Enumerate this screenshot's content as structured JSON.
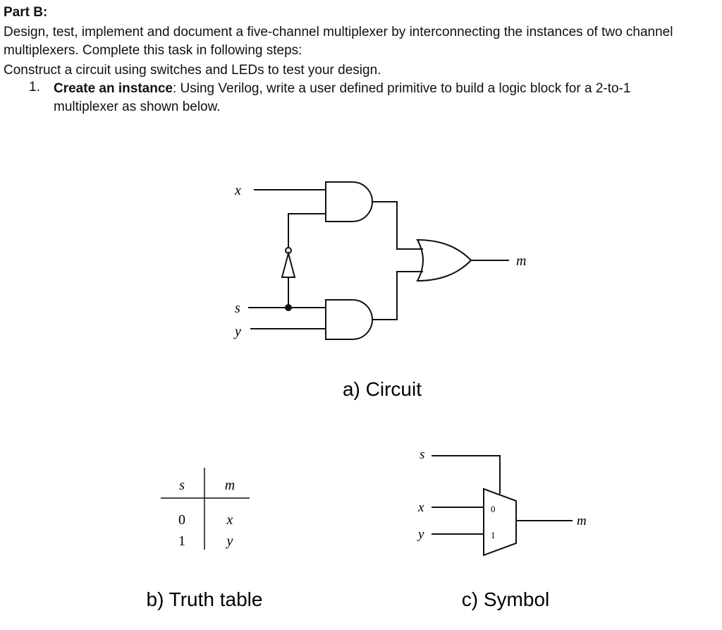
{
  "document": {
    "heading": "Part B:",
    "paragraph1": "Design, test, implement and document a five-channel multiplexer by interconnecting the instances of two channel multiplexers. Complete this task in following steps:",
    "paragraph2": "Construct a circuit using switches and LEDs to test your design.",
    "list_item": {
      "number": "1.",
      "bold_label": "Create an instance",
      "text": ": Using Verilog, write a user defined primitive to build a logic block for a 2-to-1 multiplexer as shown below."
    }
  },
  "figure_circuit": {
    "caption": "a) Circuit",
    "labels": {
      "x": "x",
      "s": "s",
      "y": "y",
      "m": "m"
    }
  },
  "figure_truth_table": {
    "caption": "b) Truth table",
    "headers": [
      "s",
      "m"
    ],
    "rows": [
      [
        "0",
        "x"
      ],
      [
        "1",
        "y"
      ]
    ]
  },
  "figure_symbol": {
    "caption": "c) Symbol",
    "labels": {
      "s": "s",
      "x": "x",
      "y": "y",
      "m": "m",
      "in0": "0",
      "in1": "1"
    }
  }
}
